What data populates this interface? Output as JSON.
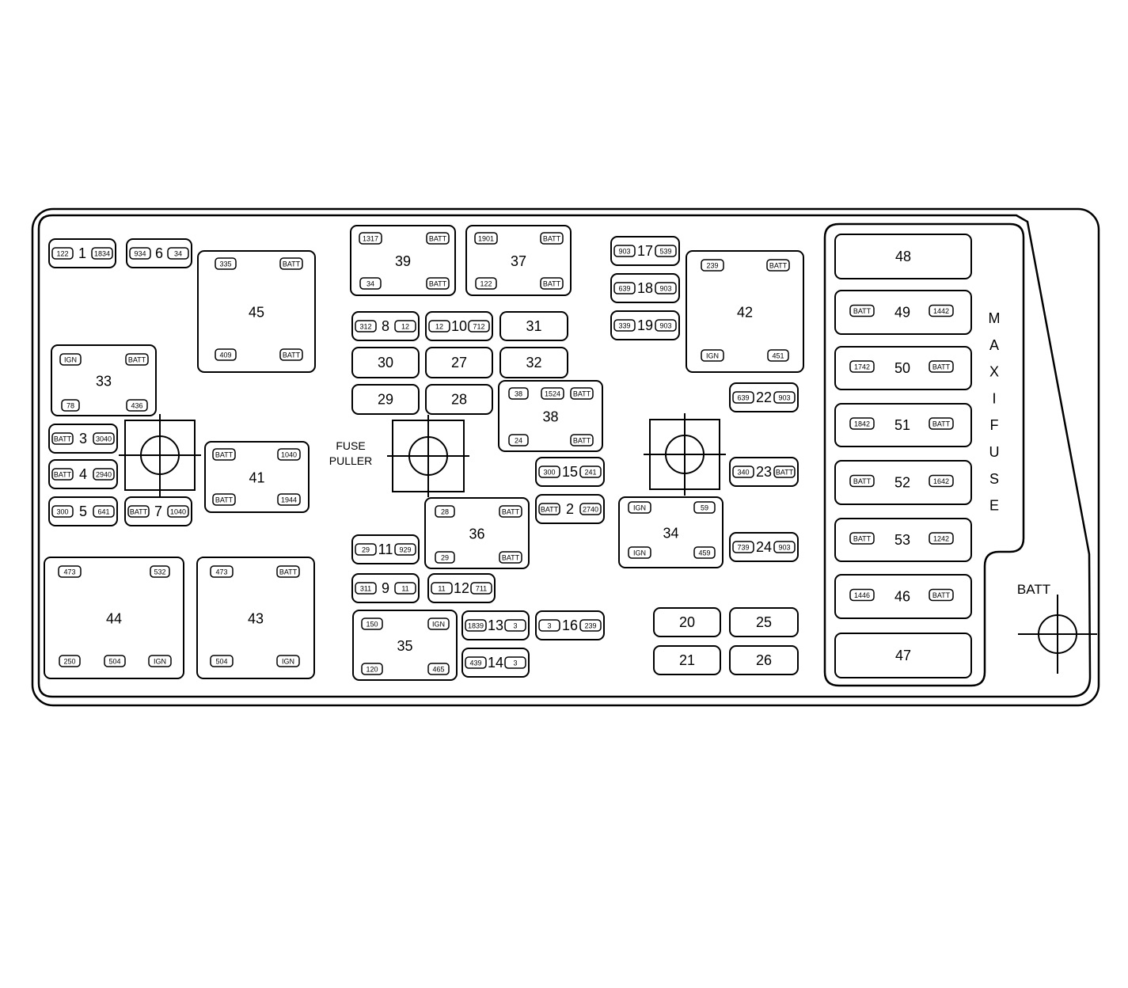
{
  "diagram": {
    "fuse_puller": [
      "FUSE",
      "PULLER"
    ],
    "maxi_fuse_letters": [
      "M",
      "A",
      "X",
      "I",
      "F",
      "U",
      "S",
      "E"
    ],
    "batt_stud_label": "BATT",
    "small_fuses": [
      {
        "id": "f1",
        "num": "1",
        "left": "122",
        "right": "1834"
      },
      {
        "id": "f6",
        "num": "6",
        "left": "934",
        "right": "34"
      },
      {
        "id": "f3",
        "num": "3",
        "left": "BATT",
        "right": "3040"
      },
      {
        "id": "f4",
        "num": "4",
        "left": "BATT",
        "right": "2940"
      },
      {
        "id": "f5",
        "num": "5",
        "left": "300",
        "right": "641"
      },
      {
        "id": "f7",
        "num": "7",
        "left": "BATT",
        "right": "1040"
      },
      {
        "id": "f8",
        "num": "8",
        "left": "312",
        "right": "12"
      },
      {
        "id": "f10",
        "num": "10",
        "left": "12",
        "right": "712"
      },
      {
        "id": "f11",
        "num": "11",
        "left": "29",
        "right": "929"
      },
      {
        "id": "f9",
        "num": "9",
        "left": "311",
        "right": "11"
      },
      {
        "id": "f12",
        "num": "12",
        "left": "11",
        "right": "711"
      },
      {
        "id": "f13",
        "num": "13",
        "left": "1839",
        "right": "3"
      },
      {
        "id": "f14",
        "num": "14",
        "left": "439",
        "right": "3"
      },
      {
        "id": "f16",
        "num": "16",
        "left": "3",
        "right": "239"
      },
      {
        "id": "f15",
        "num": "15",
        "left": "300",
        "right": "241"
      },
      {
        "id": "f2",
        "num": "2",
        "left": "BATT",
        "right": "2740"
      },
      {
        "id": "f17",
        "num": "17",
        "left": "903",
        "right": "539"
      },
      {
        "id": "f18",
        "num": "18",
        "left": "639",
        "right": "903"
      },
      {
        "id": "f19",
        "num": "19",
        "left": "339",
        "right": "903"
      },
      {
        "id": "f22",
        "num": "22",
        "left": "639",
        "right": "903"
      },
      {
        "id": "f23",
        "num": "23",
        "left": "340",
        "right": "BATT"
      },
      {
        "id": "f24",
        "num": "24",
        "left": "739",
        "right": "903"
      }
    ],
    "plain_boxes": [
      {
        "id": "b31",
        "num": "31"
      },
      {
        "id": "b30",
        "num": "30"
      },
      {
        "id": "b27",
        "num": "27"
      },
      {
        "id": "b32",
        "num": "32"
      },
      {
        "id": "b29",
        "num": "29"
      },
      {
        "id": "b28",
        "num": "28"
      },
      {
        "id": "b20",
        "num": "20"
      },
      {
        "id": "b25",
        "num": "25"
      },
      {
        "id": "b21",
        "num": "21"
      },
      {
        "id": "b26",
        "num": "26"
      }
    ],
    "relays": [
      {
        "id": "r45",
        "num": "45",
        "pins": [
          "335",
          "BATT",
          "409",
          "BATT"
        ]
      },
      {
        "id": "r39",
        "num": "39",
        "pins": [
          "1317",
          "BATT",
          "34",
          "BATT"
        ]
      },
      {
        "id": "r37",
        "num": "37",
        "pins": [
          "1901",
          "BATT",
          "122",
          "BATT"
        ]
      },
      {
        "id": "r42",
        "num": "42",
        "pins": [
          "239",
          "BATT",
          "IGN",
          "451"
        ]
      },
      {
        "id": "r33",
        "num": "33",
        "pins": [
          "IGN",
          "BATT",
          "78",
          "436"
        ]
      },
      {
        "id": "r38",
        "num": "38",
        "pins": [
          "38",
          "1524",
          "BATT",
          "24",
          "BATT"
        ]
      },
      {
        "id": "r41",
        "num": "41",
        "pins": [
          "BATT",
          "1040",
          "BATT",
          "1944"
        ]
      },
      {
        "id": "r36",
        "num": "36",
        "pins": [
          "28",
          "BATT",
          "29",
          "BATT"
        ]
      },
      {
        "id": "r34",
        "num": "34",
        "pins": [
          "IGN",
          "59",
          "IGN",
          "459"
        ]
      },
      {
        "id": "r44",
        "num": "44",
        "pins": [
          "473",
          "532",
          "250",
          "504",
          "IGN"
        ]
      },
      {
        "id": "r43",
        "num": "43",
        "pins": [
          "473",
          "BATT",
          "504",
          "IGN"
        ]
      },
      {
        "id": "r35",
        "num": "35",
        "pins": [
          "150",
          "IGN",
          "120",
          "465"
        ]
      }
    ],
    "maxi_fuses": [
      {
        "id": "m48",
        "num": "48",
        "left": "",
        "right": ""
      },
      {
        "id": "m49",
        "num": "49",
        "left": "BATT",
        "right": "1442"
      },
      {
        "id": "m50",
        "num": "50",
        "left": "1742",
        "right": "BATT"
      },
      {
        "id": "m51",
        "num": "51",
        "left": "1842",
        "right": "BATT"
      },
      {
        "id": "m52",
        "num": "52",
        "left": "BATT",
        "right": "1642"
      },
      {
        "id": "m53",
        "num": "53",
        "left": "BATT",
        "right": "1242"
      },
      {
        "id": "m46",
        "num": "46",
        "left": "1446",
        "right": "BATT"
      },
      {
        "id": "m47",
        "num": "47",
        "left": "",
        "right": ""
      }
    ]
  }
}
